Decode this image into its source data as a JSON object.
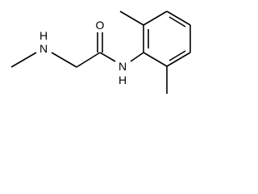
{
  "molecule": {
    "atoms": {
      "amine_n": "H",
      "amine_n2": "N",
      "carbonyl_o": "O",
      "amide_n": "N",
      "amide_h": "H"
    }
  }
}
